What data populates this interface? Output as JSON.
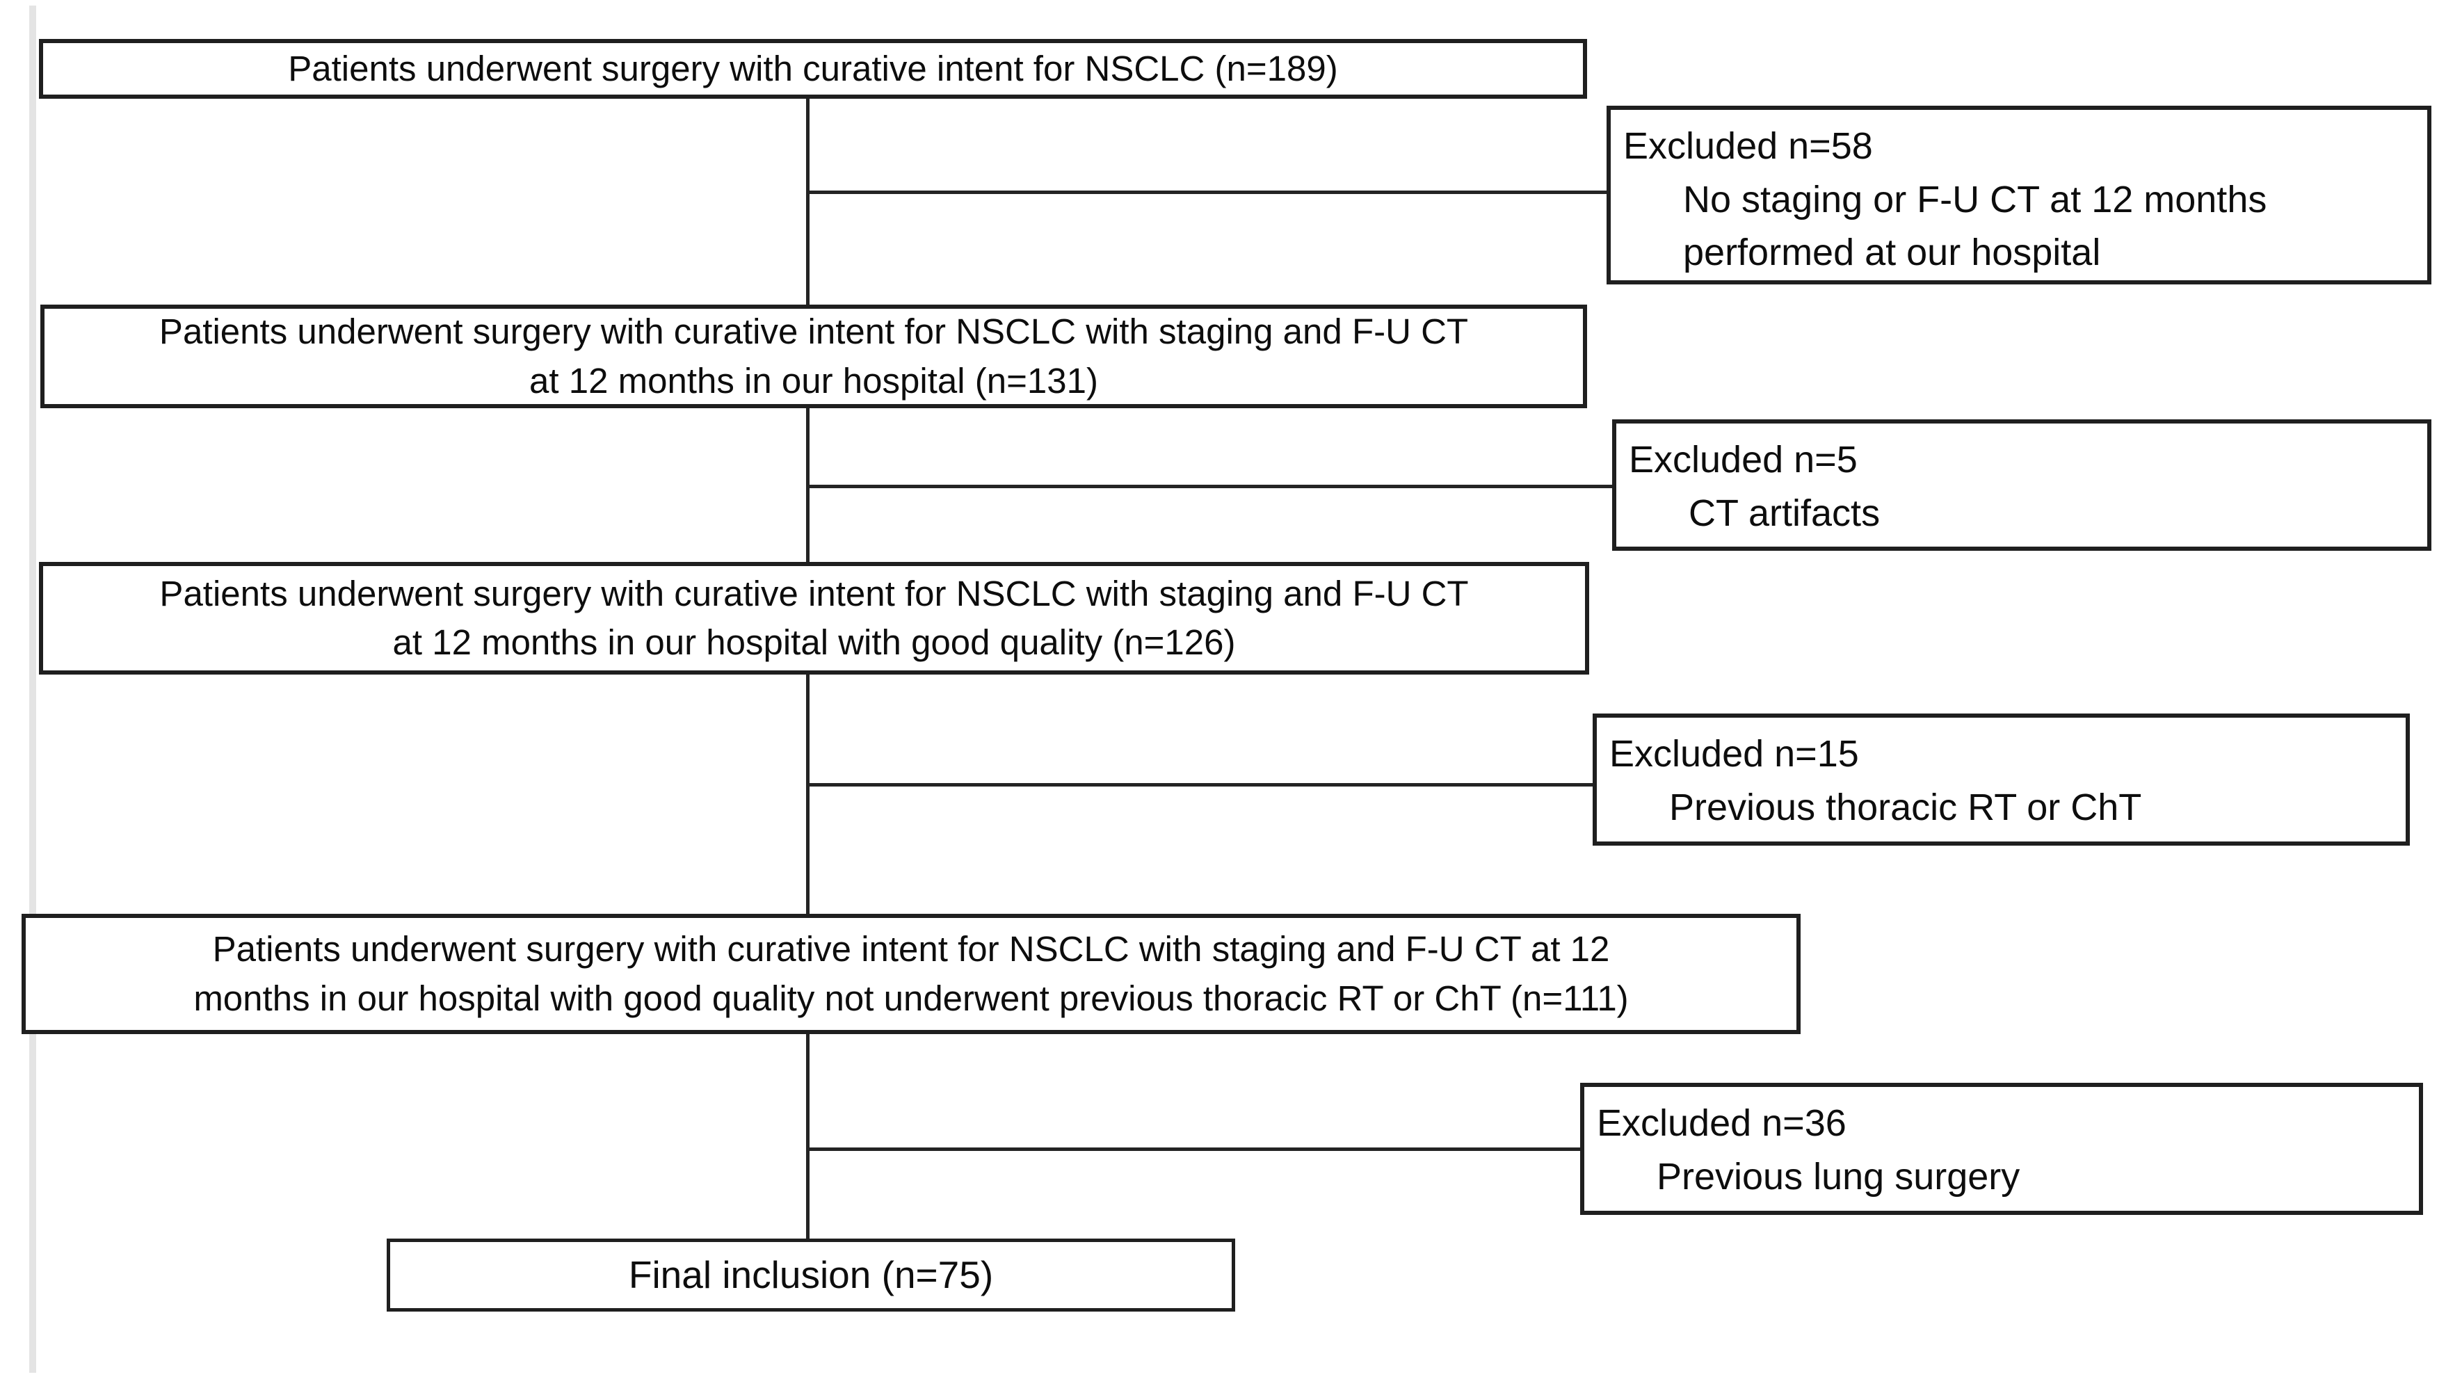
{
  "figure": {
    "type": "patient-inclusion-flow-diagram",
    "colors": {
      "background": "#ffffff",
      "box_border": "#1f1f1f",
      "text": "#0d0d0d",
      "connector": "#242424",
      "page_edge_line": "#e4e4e4"
    },
    "main_boxes": [
      {
        "id": "surgery-nsclc",
        "n": 189,
        "label": "Patients underwent surgery with curative intent for NSCLC (n=189)"
      },
      {
        "id": "staging-fu-ct",
        "n": 131,
        "label": "Patients underwent surgery with curative intent for NSCLC with staging and F-U CT\nat 12 months in our hospital (n=131)"
      },
      {
        "id": "good-quality",
        "n": 126,
        "label": "Patients underwent surgery with curative intent for NSCLC with staging and F-U CT\nat 12 months in our hospital with good quality (n=126)"
      },
      {
        "id": "no-previous-rt-cht",
        "n": 111,
        "label": "Patients underwent surgery with curative intent for NSCLC with staging and F-U CT at 12\nmonths in our hospital with good quality not underwent previous thoracic RT or ChT (n=111)"
      },
      {
        "id": "final-inclusion",
        "n": 75,
        "label": "Final inclusion (n=75)"
      }
    ],
    "exclusions": [
      {
        "id": "no-staging-fu-ct",
        "n": 58,
        "title": "Excluded n=58",
        "reason": "No staging or F-U CT at 12 months\nperformed at our hospital"
      },
      {
        "id": "ct-artifacts",
        "n": 5,
        "title": "Excluded n=5",
        "reason": "CT artifacts"
      },
      {
        "id": "previous-thoracic-rt-cht",
        "n": 15,
        "title": "Excluded n=15",
        "reason": "Previous thoracic RT or ChT"
      },
      {
        "id": "previous-lung-surgery",
        "n": 36,
        "title": "Excluded n=36",
        "reason": "Previous lung surgery"
      }
    ]
  }
}
